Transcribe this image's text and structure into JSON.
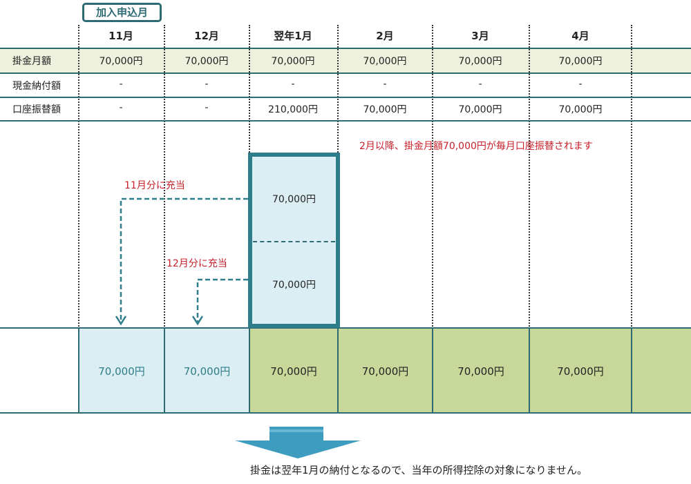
{
  "badge": "加入申込月",
  "months": [
    "11月",
    "12月",
    "翌年1月",
    "2月",
    "3月",
    "4月"
  ],
  "rows": [
    {
      "label": "掛金月額",
      "values": [
        "70,000円",
        "70,000円",
        "70,000円",
        "70,000円",
        "70,000円",
        "70,000円"
      ]
    },
    {
      "label": "現金納付額",
      "values": [
        "-",
        "-",
        "-",
        "-",
        "-",
        "-"
      ]
    },
    {
      "label": "口座振替額",
      "values": [
        "-",
        "-",
        "210,000円",
        "70,000円",
        "70,000円",
        "70,000円"
      ]
    }
  ],
  "notes": {
    "after_feb": "2月以降、掛金月額70,000円が毎月口座振替されます",
    "nov_alloc": "11月分に充当",
    "dec_alloc": "12月分に充当"
  },
  "jan_box": [
    "70,000円",
    "70,000円"
  ],
  "bottom": [
    "70,000円",
    "70,000円",
    "70,000円",
    "70,000円",
    "70,000円",
    "70,000円",
    ""
  ],
  "footer": "掛金は翌年1月の納付となるので、当年の所得控除の対象になりません。",
  "colors": {
    "teal": "#2d7d8a",
    "light_blue": "#dbeef3",
    "green": "#c8d89a",
    "band": "#eef1de",
    "red": "#c8202a"
  }
}
